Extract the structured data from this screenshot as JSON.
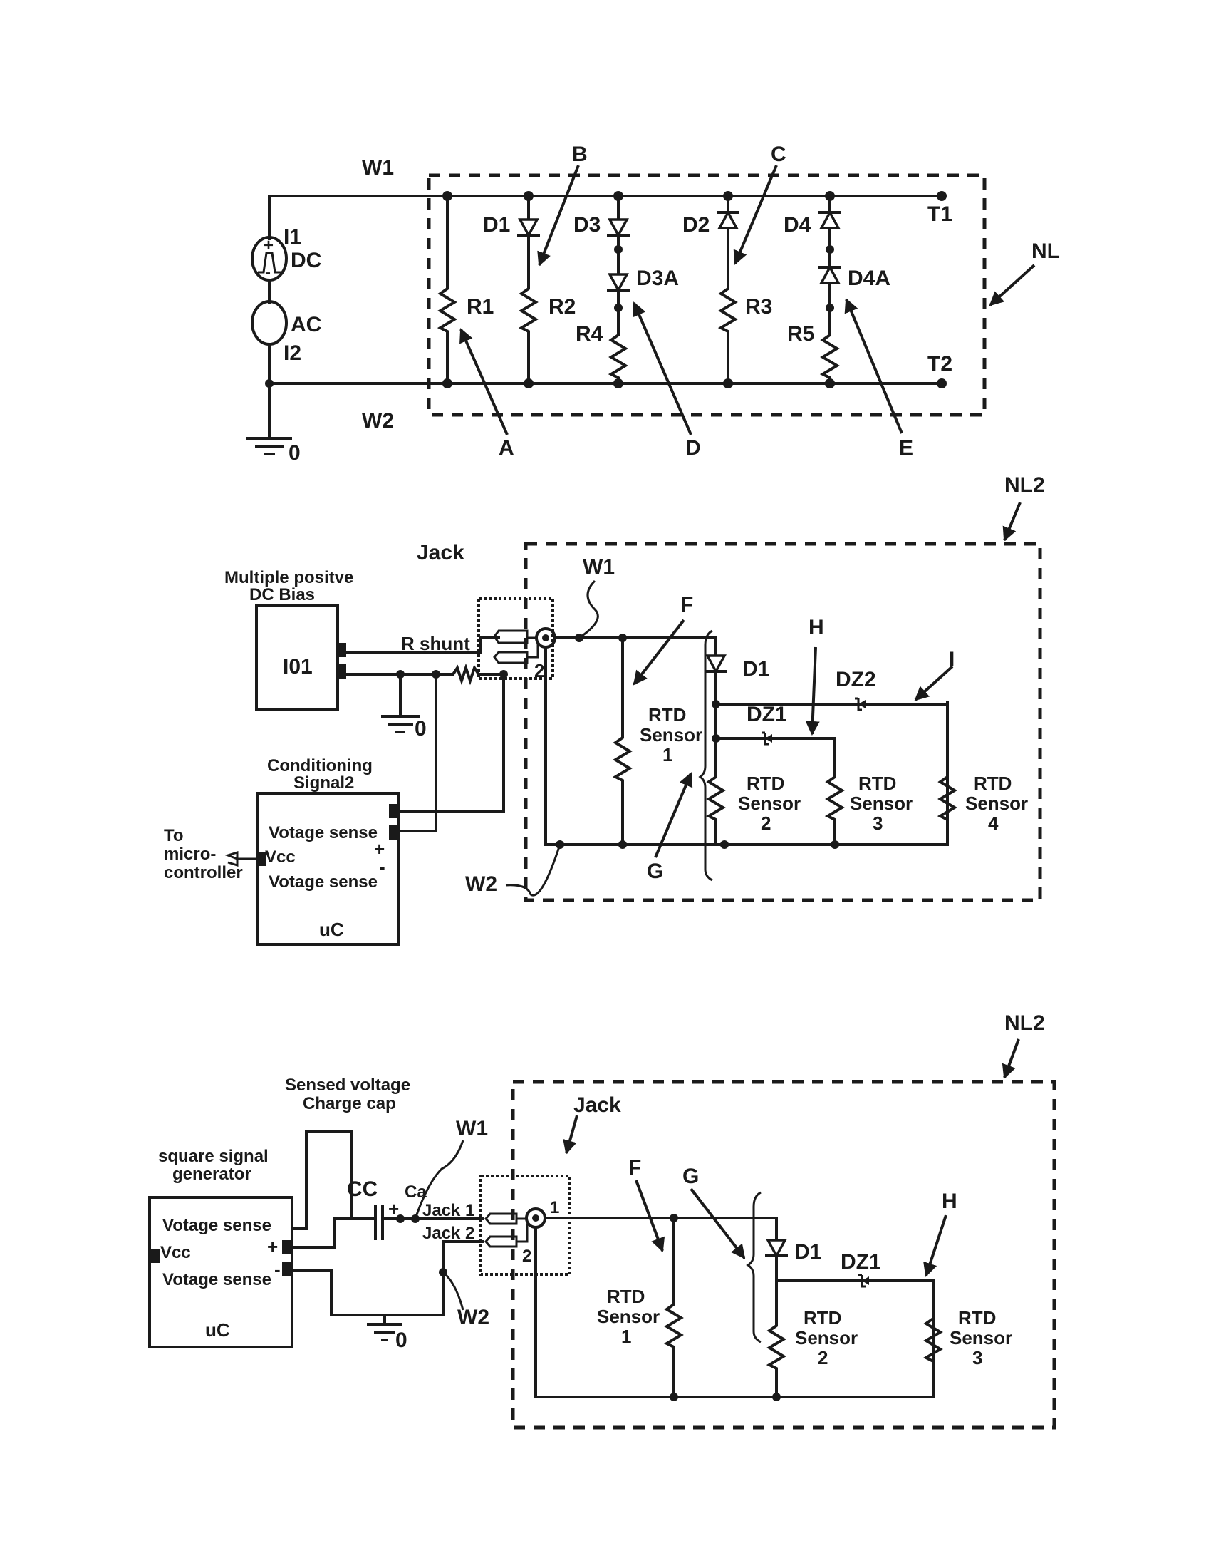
{
  "figure1": {
    "wire_top": "W1",
    "wire_bottom": "W2",
    "source_dc_id": "I1",
    "source_dc": "DC",
    "source_ac": "AC",
    "source_ac_id": "I2",
    "ground": "0",
    "box_label": "NL",
    "terminal_top": "T1",
    "terminal_bottom": "T2",
    "components": [
      "R1",
      "D1",
      "R2",
      "D3",
      "D3A",
      "R4",
      "D2",
      "R3",
      "D4",
      "D4A",
      "R5"
    ],
    "callouts": [
      "A",
      "B",
      "C",
      "D",
      "E"
    ],
    "plus": "+",
    "minus": "-"
  },
  "figure2": {
    "box_label": "NL2",
    "jack_label": "Jack",
    "source_title_1": "Multiple positve",
    "source_title_2": "DC Bias",
    "source_id": "I01",
    "shunt_label": "R shunt",
    "jack_pin2": "2",
    "ground": "0",
    "cond_title_1": "Conditioning",
    "cond_title_2": "Signal2",
    "sense_top": "Votage sense",
    "vcc": "Vcc",
    "sense_bottom": "Votage sense",
    "uc": "uC",
    "plus": "+",
    "minus": "-",
    "to_1": "To",
    "to_2": "micro-",
    "to_3": "controller",
    "wire_top": "W1",
    "wire_bottom": "W2",
    "callouts": [
      "F",
      "G",
      "H",
      "I"
    ],
    "diode": "D1",
    "zener1": "DZ1",
    "zener2": "DZ2",
    "rtd_word": "RTD",
    "sensor_word": "Sensor",
    "sensors": [
      "1",
      "2",
      "3",
      "4"
    ]
  },
  "figure3": {
    "box_label": "NL2",
    "jack_label": "Jack",
    "sensed_1": "Sensed voltage",
    "sensed_2": "Charge cap",
    "gen_1": "square signal",
    "gen_2": "generator",
    "sense_top": "Votage sense",
    "vcc": "Vcc",
    "sense_bottom": "Votage sense",
    "uc": "uC",
    "plus": "+",
    "minus": "-",
    "cap": "CC",
    "cap_node": "Ca",
    "jack1": "Jack 1",
    "jack2": "Jack 2",
    "pin1": "1",
    "pin2": "2",
    "ground": "0",
    "wire_top": "W1",
    "wire_bottom": "W2",
    "callouts": [
      "F",
      "G",
      "H"
    ],
    "diode": "D1",
    "zener1": "DZ1",
    "rtd_word": "RTD",
    "sensor_word": "Sensor",
    "sensors": [
      "1",
      "2",
      "3"
    ]
  }
}
